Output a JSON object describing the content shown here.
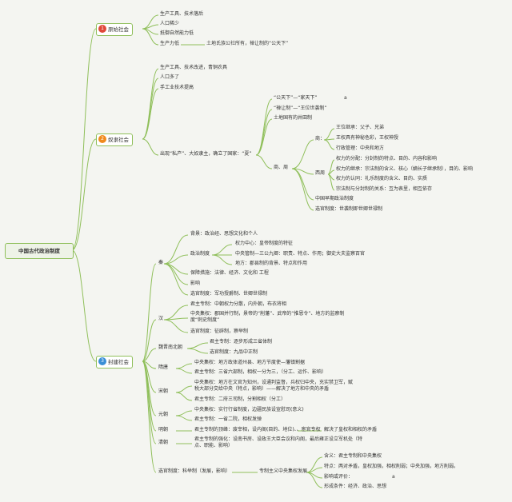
{
  "root": "中国古代政治制度",
  "colors": {
    "branch": "#8fbf5a",
    "badge1": "#e0483a",
    "badge2": "#f08a1d",
    "badge3": "#3a8fd6"
  },
  "branches": {
    "b1": {
      "num": "1",
      "label": "原始社会"
    },
    "b2": {
      "num": "2",
      "label": "奴隶社会"
    },
    "b3": {
      "num": "3",
      "label": "封建社会"
    }
  },
  "nodes": {
    "n1_1": "生产工具、技术落后",
    "n1_2": "人口稀少",
    "n1_3": "抵御自然能力低",
    "n1_4": "生产力低",
    "n1_4a": "土地氏族公社所有，禅让制的“公天下”",
    "n2_1": "生产工具、技术改进，青铜农具",
    "n2_2": "人口多了",
    "n2_3": "手工业技术提高",
    "n2_4": "出现“私产”、大奴隶主，确立了国家：“夏”",
    "n2_5a": "“公天下”—“家天下”",
    "n2_5a_x": "a",
    "n2_5b": "“禅让制”—“王位世袭制”",
    "n2_5c": "土地国有的井田制",
    "n2_6": "商、周",
    "n2_shang": "商：",
    "n2_s1": "王位继承：父子、兄弟",
    "n2_s2": "王权具有神秘色彩，王权神授",
    "n2_s3": "行政管理：中央和地方",
    "n2_xizhou": "西周",
    "n2_x1": "权力的分配：分封制的特点、目的、内容和影响",
    "n2_x2": "权力的继承：宗法制的含义、核心（嫡长子继承制），目的、影响",
    "n2_x3": "权力的认同：礼乐制度的含义、目的、实质",
    "n2_x4": "宗法制与分封制的关系：互为表里，相互依存",
    "n2_7": "中国早期政治制度",
    "n2_8": "选官制度：世袭制即世卿世禄制",
    "qin": "秦",
    "q1": "背景：政治经、思想文化和个人",
    "q2": "政治制度",
    "q2a": "权力中心：皇帝制度的特征",
    "q2b": "中央管制—三公九卿：职责、特点、作用；御史大夫监察百官",
    "q2c": "地方：郡县制的背景、特点和作用",
    "q3": "保障措施：法律、经济、文化和 工程",
    "q4": "影响",
    "q5": "选官制度：军功授爵制、世卿世禄制",
    "han": "汉",
    "h1": "君主专制：中朝权力分散，内外朝，布衣将相",
    "h2": "中央集权：郡国并行制，景帝的“削藩”、武帝的“推恩令”、地方的监察制度“刺史制度”",
    "h3": "选官制度：征辟制，察举制",
    "wj": "魏晋南北朝",
    "wj1": "君主专制：逐步形成三省体制",
    "wj2": "选官制度：九品中正制",
    "sui": "隋唐",
    "sui1": "中央集权：地方政体道州县、地方节度使—藩镇割据",
    "sui2": "君主专制：三省六部制，相权一分为三，（分工、运作、影响）",
    "song": "宋朝",
    "song1": "中央集权：地方在文官为知州，设通判监督，兵权归中央，充实禁卫军，赋税大部分交给中央（特点，影响）——解决了地方和中央的矛盾",
    "song2": "君主专制：二府三司制，分割相权（分工）",
    "yuan": "元朝",
    "yuan1": "中央集权：实行行省制度，边疆民族设宣慰司(意义)",
    "yuan2": "君主专制：一省二院，相权发弹",
    "ming": "明朝",
    "ming1": "君主专制的顶峰：废宰相，设内阁(目的、地位)、、宦官专权",
    "ming1a": "解决了皇权和相权的矛盾",
    "qing": "清朝",
    "qing1": "君主专制的强化：设南书房、设政王大臣会议和内阁，最后雍正设立军机处（特点、职能、影响）",
    "xg": "选官制度：科举制（发展，影响）",
    "xg_mid": "专制主义中央集权发展",
    "xg1": "含义：君主专制和中央集权",
    "xg2": "特点：两对矛盾，皇权加强，相权削弱；中央加强，地方削弱。",
    "xg3": "影响或评价：",
    "xg3_x": "a",
    "xg4": "形成条件：经济、政治、思想"
  }
}
